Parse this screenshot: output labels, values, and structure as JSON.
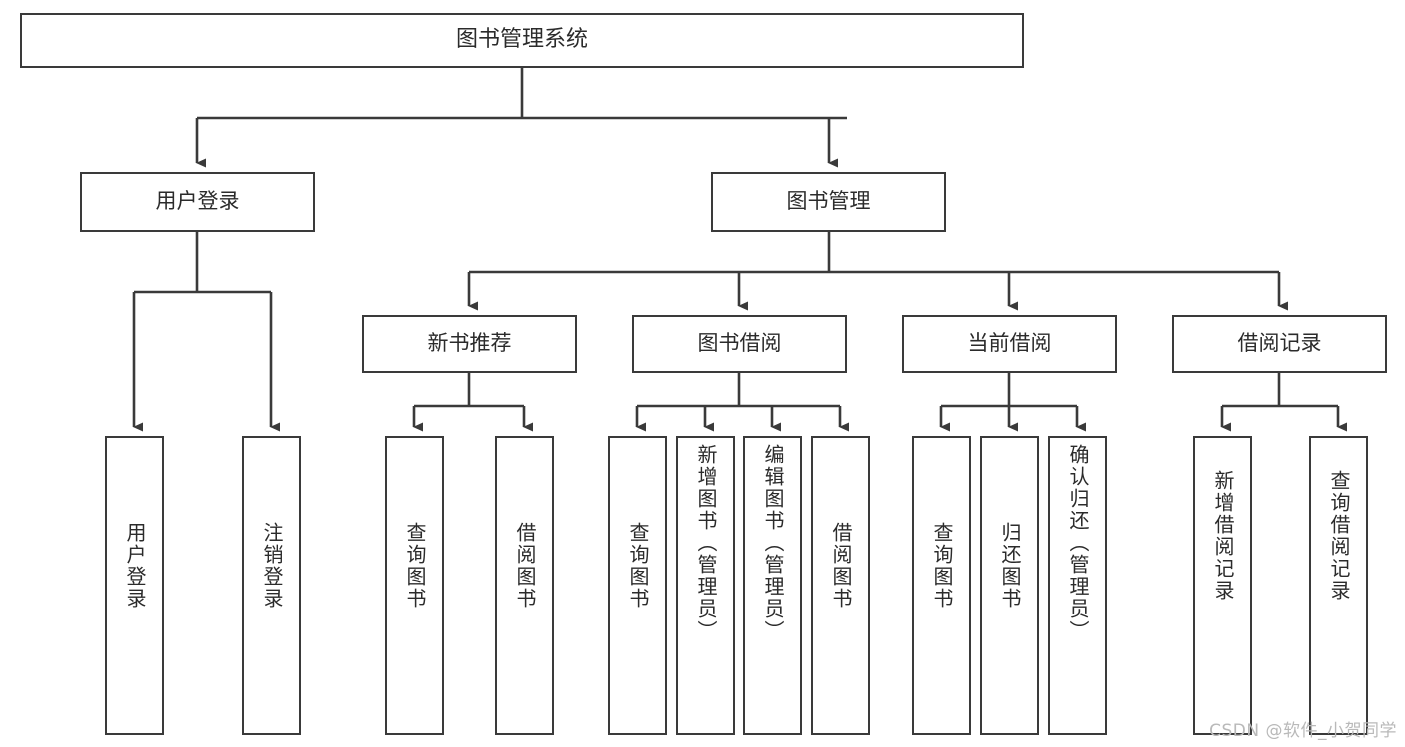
{
  "diagram": {
    "title_node": {
      "label": "图书管理系统"
    },
    "level2": [
      {
        "id": "user-login",
        "label": "用户登录"
      },
      {
        "id": "book-manage",
        "label": "图书管理"
      }
    ],
    "level3": [
      {
        "id": "new-book-recommend",
        "label": "新书推荐"
      },
      {
        "id": "book-borrow",
        "label": "图书借阅"
      },
      {
        "id": "current-borrow",
        "label": "当前借阅"
      },
      {
        "id": "borrow-record",
        "label": "借阅记录"
      }
    ],
    "leaves": [
      {
        "id": "leaf-user-login",
        "label": "用户登录",
        "group": "用户登录"
      },
      {
        "id": "leaf-logout",
        "label": "注销登录",
        "group": "用户登录"
      },
      {
        "id": "leaf-query-book-1",
        "label": "查询图书",
        "group": "新书推荐"
      },
      {
        "id": "leaf-borrow-book-1",
        "label": "借阅图书",
        "group": "新书推荐"
      },
      {
        "id": "leaf-query-book-2",
        "label": "查询图书",
        "group": "图书借阅"
      },
      {
        "id": "leaf-add-book",
        "label": "新增图书（管理员）",
        "group": "图书借阅"
      },
      {
        "id": "leaf-edit-book",
        "label": "编辑图书（管理员）",
        "group": "图书借阅"
      },
      {
        "id": "leaf-borrow-book-2",
        "label": "借阅图书",
        "group": "图书借阅"
      },
      {
        "id": "leaf-query-book-3",
        "label": "查询图书",
        "group": "当前借阅"
      },
      {
        "id": "leaf-return-book",
        "label": "归还图书",
        "group": "当前借阅"
      },
      {
        "id": "leaf-confirm-return",
        "label": "确认归还（管理员）",
        "group": "当前借阅"
      },
      {
        "id": "leaf-add-record",
        "label": "新增借阅记录",
        "group": "借阅记录"
      },
      {
        "id": "leaf-query-record",
        "label": "查询借阅记录",
        "group": "借阅记录"
      }
    ],
    "watermark": "CSDN @软件_小贺同学",
    "colors": {
      "border": "#3a3a3a",
      "text": "#2b2b2b",
      "background": "#ffffff",
      "watermark": "#b9b9b9"
    }
  }
}
